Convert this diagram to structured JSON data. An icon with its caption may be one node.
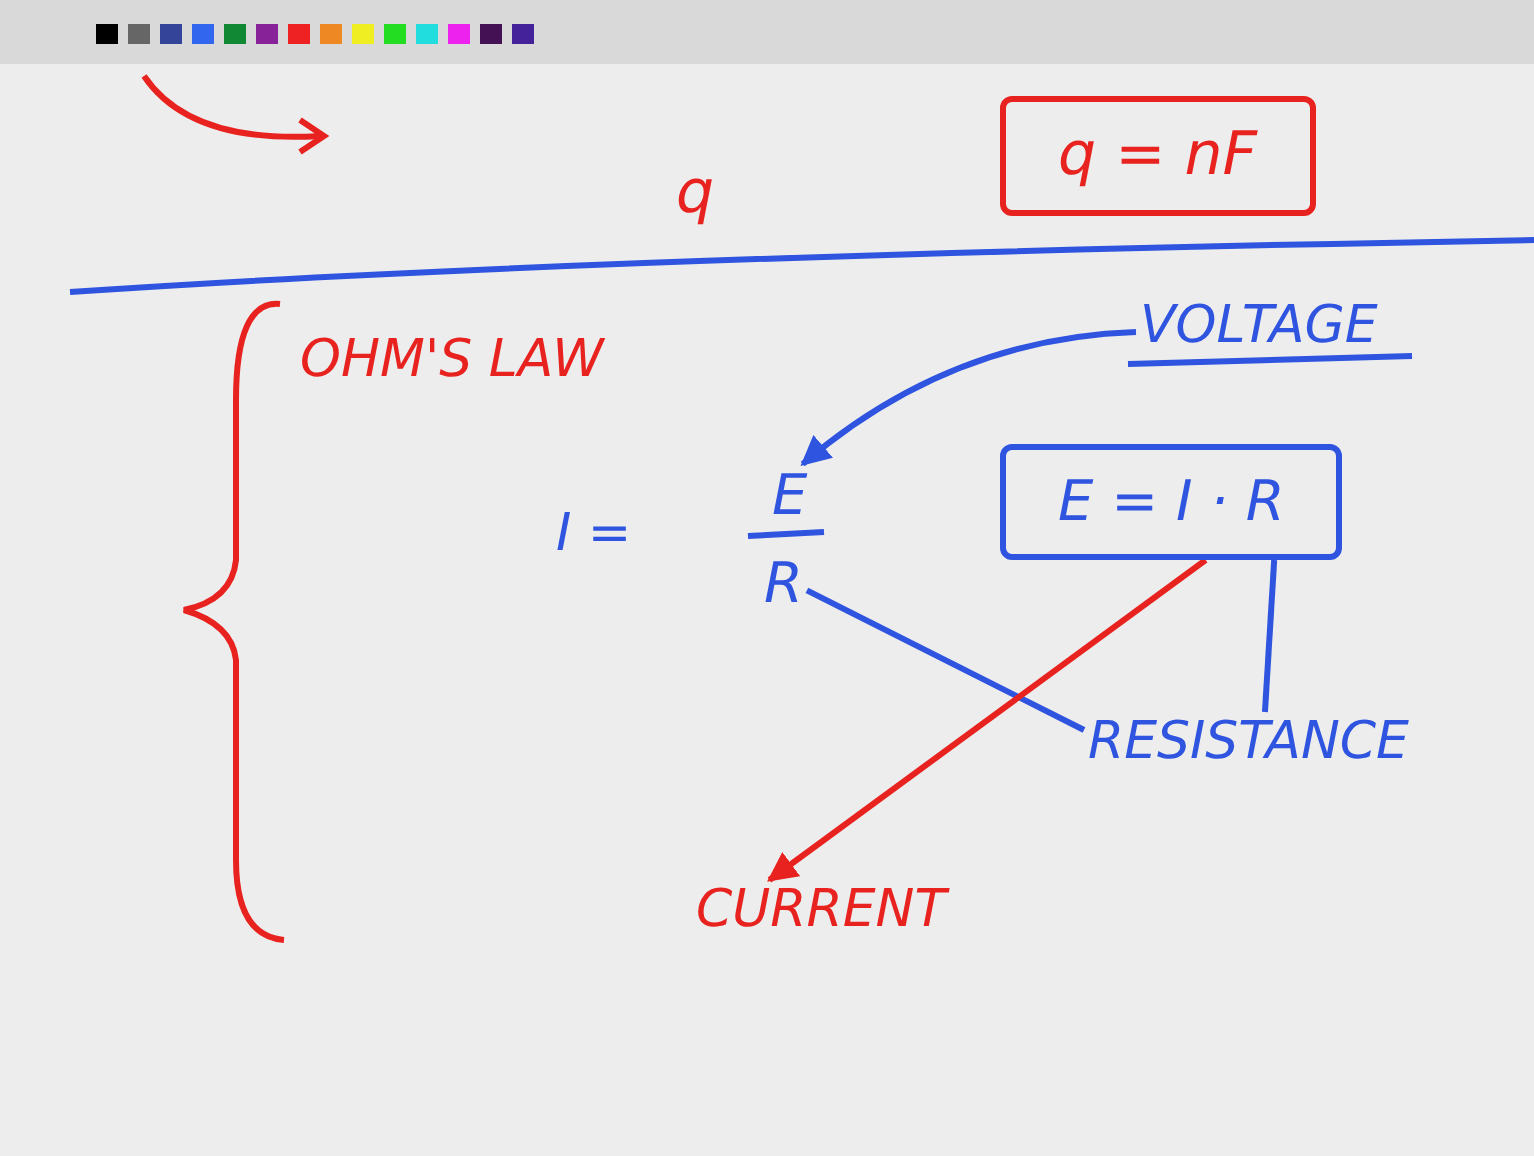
{
  "diagram": {
    "nodes": [
      {
        "text": [
          "q"
        ]
      },
      {
        "text": [
          "q = nF"
        ]
      },
      {
        "text": [
          "OHM'S LAW"
        ]
      },
      {
        "text": [
          "VOLTAGE"
        ]
      },
      {
        "text": [
          "E"
        ]
      },
      {
        "text": [
          "R"
        ]
      },
      {
        "text": [
          "E = I · R"
        ]
      },
      {
        "text": [
          "RESISTANCE"
        ]
      },
      {
        "text": [
          "CURRENT"
        ]
      }
    ],
    "edges": [
      {
        "from": 3,
        "to": 4,
        "arrow": "to"
      },
      {
        "from": 5,
        "to": 7,
        "arrow": "none"
      },
      {
        "from": 6,
        "to": 7,
        "arrow": "none"
      },
      {
        "from": 6,
        "to": 8,
        "arrow": "to",
        "color": "#e8231f"
      }
    ],
    "labels": [
      "I ="
    ]
  }
}
